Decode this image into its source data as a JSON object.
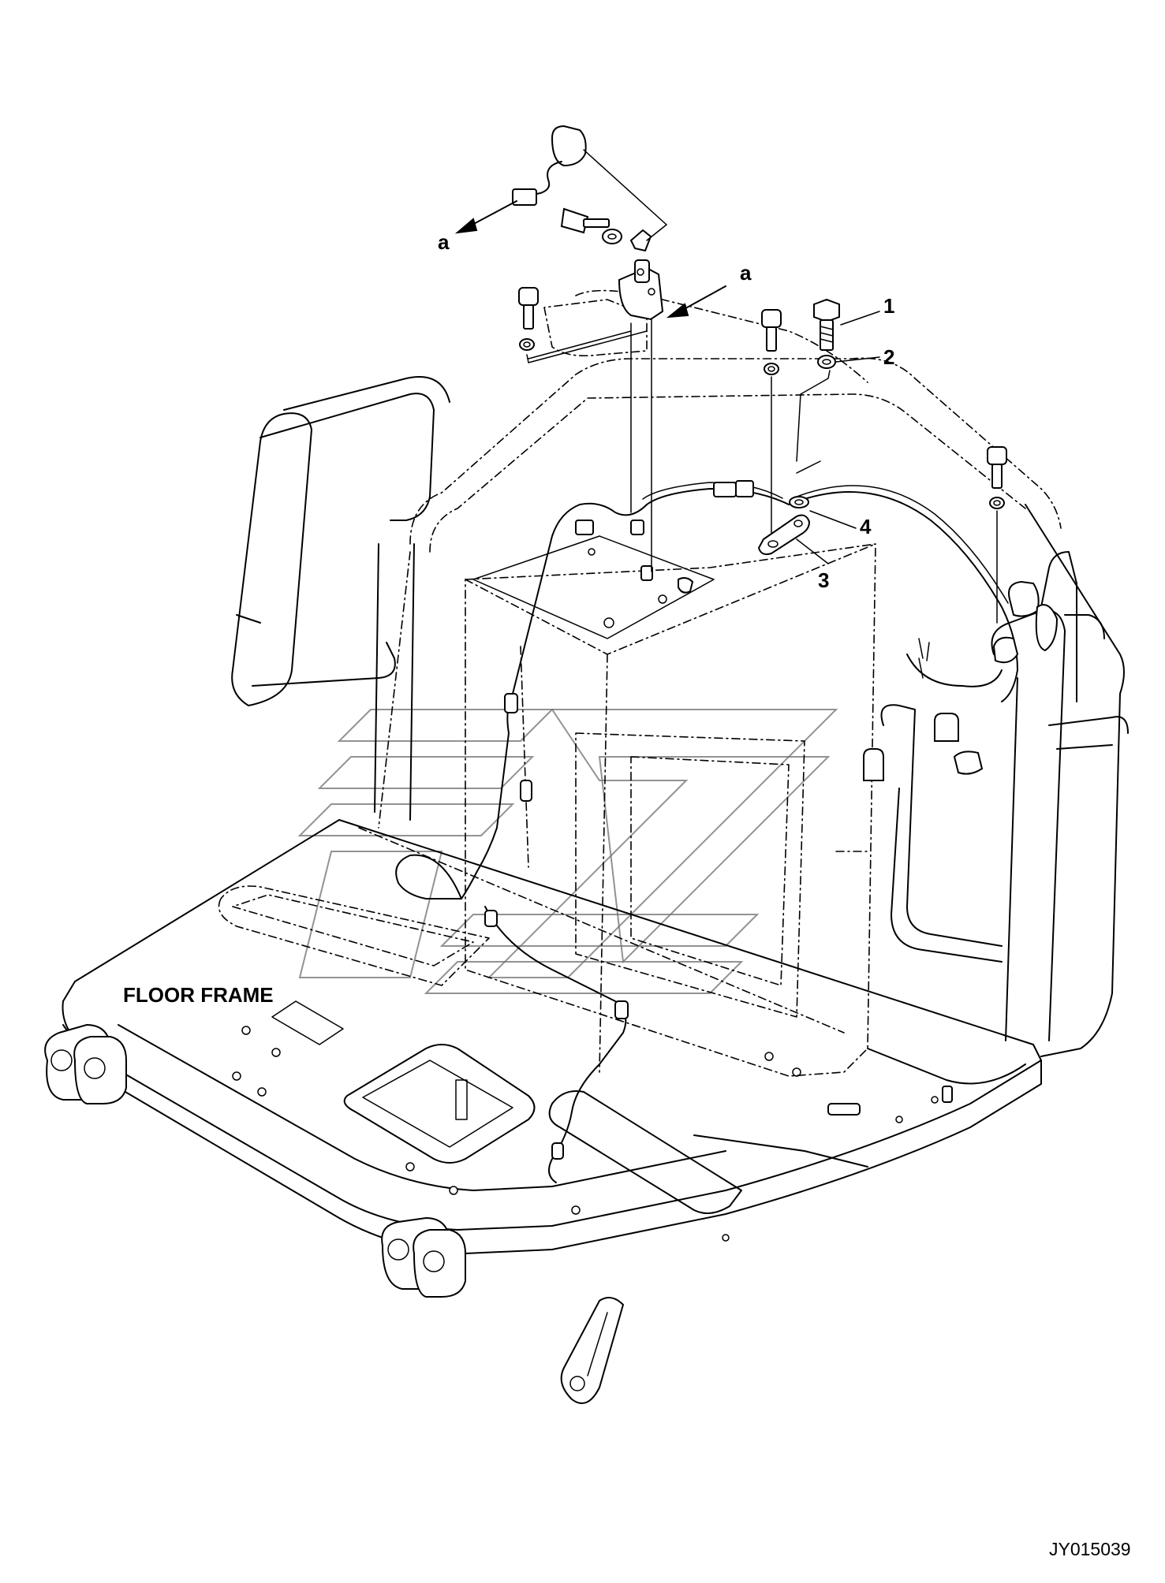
{
  "drawing": {
    "frame_label": "FLOOR FRAME",
    "drawing_code": "JY015039"
  },
  "callouts": [
    {
      "id": "1",
      "text": "1"
    },
    {
      "id": "2",
      "text": "2"
    },
    {
      "id": "3",
      "text": "3"
    },
    {
      "id": "4",
      "text": "4"
    }
  ],
  "references": [
    {
      "id": "a-left",
      "text": "a"
    },
    {
      "id": "a-right",
      "text": "a"
    }
  ]
}
